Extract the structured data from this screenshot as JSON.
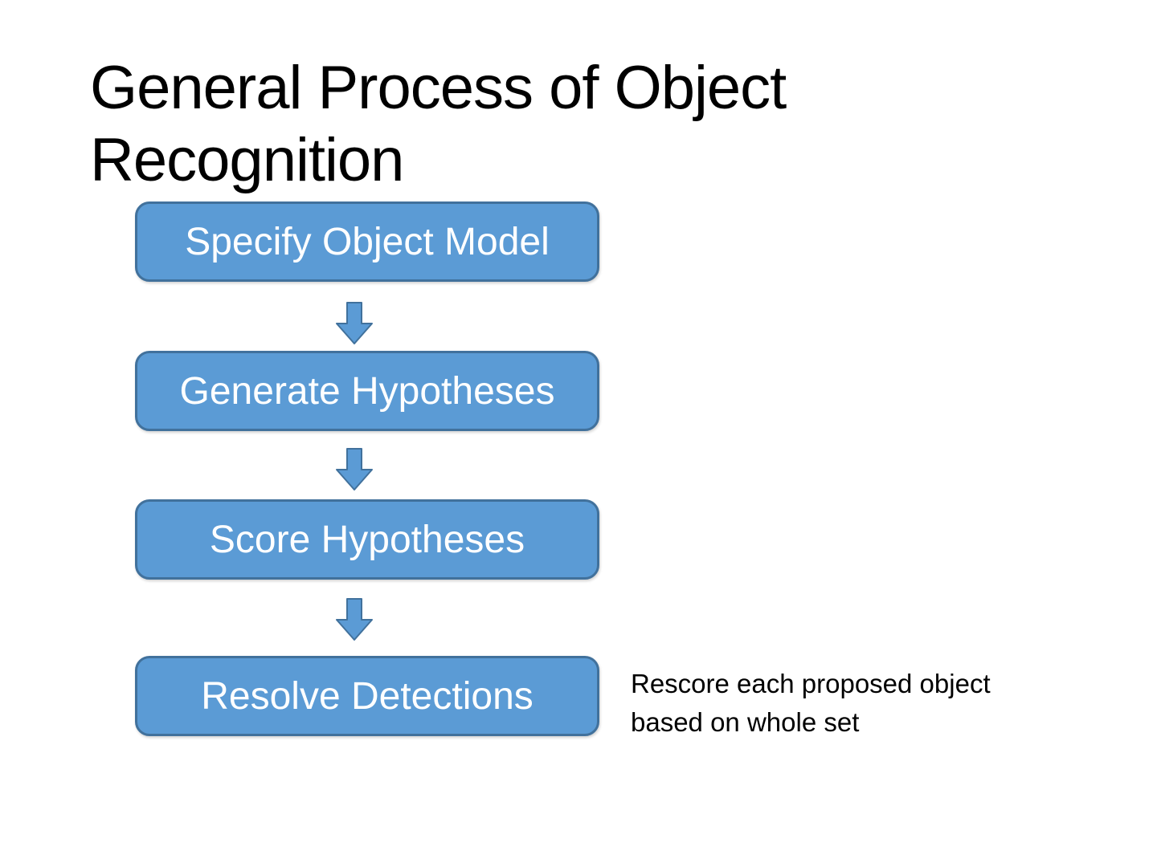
{
  "slide": {
    "title": {
      "text": "General Process of Object Recognition",
      "lines": [
        "General Process of Object",
        "Recognition"
      ]
    },
    "flowchart": {
      "steps": [
        {
          "label": "Specify Object Model"
        },
        {
          "label": "Generate Hypotheses"
        },
        {
          "label": "Score Hypotheses"
        },
        {
          "label": "Resolve Detections"
        }
      ],
      "connector": "down-block-arrow"
    },
    "annotation": {
      "text": "Rescore each proposed object based on whole set",
      "lines": [
        "Rescore each proposed object",
        "based on whole set"
      ]
    },
    "colors": {
      "background": "#FFFFFF",
      "title_color": "#000000",
      "box_fill": "#5B9BD5",
      "box_border": "#41719C",
      "box_text_color": "#FFFFFF",
      "arrow_fill": "#5B9BD5",
      "arrow_border": "#41719C",
      "annotation_color": "#000000"
    }
  }
}
